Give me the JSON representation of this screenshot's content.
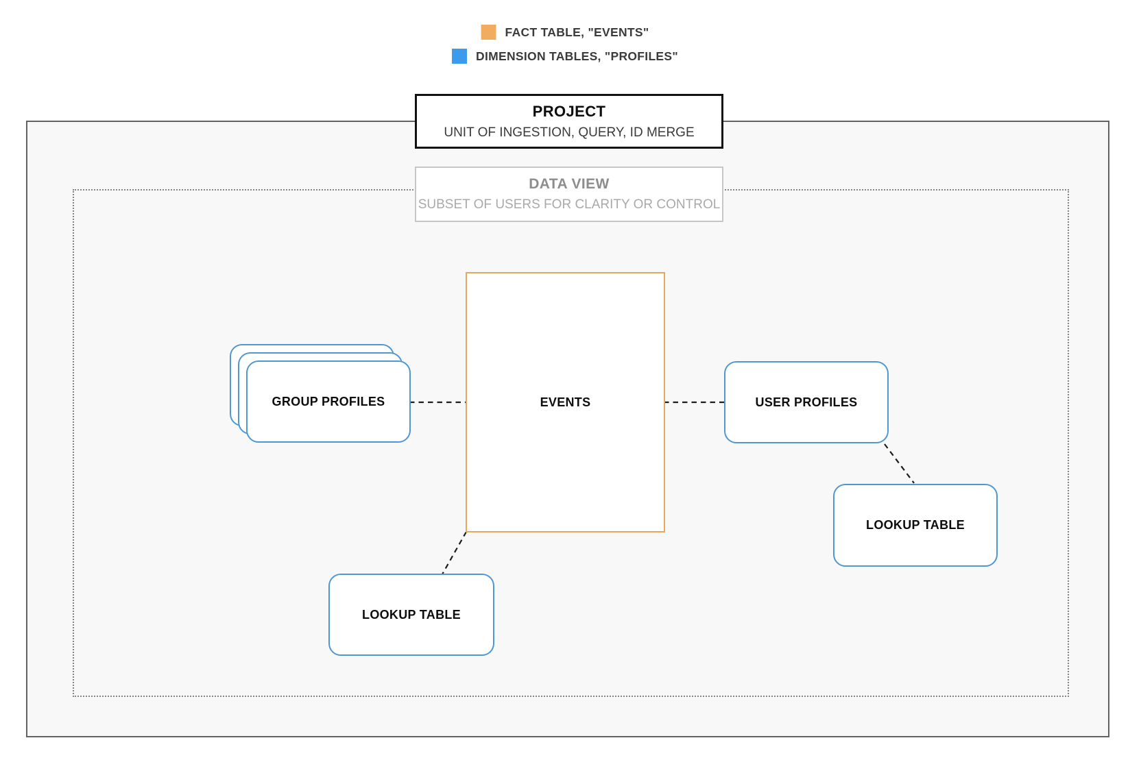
{
  "legend": {
    "items": [
      {
        "name": "fact-table",
        "label": "FACT TABLE, \"EVENTS\"",
        "color": "#f2ac60"
      },
      {
        "name": "dimension-tables",
        "label": "DIMENSION TABLES, \"PROFILES\"",
        "color": "#3d9bee"
      }
    ]
  },
  "project": {
    "title": "PROJECT",
    "subtitle": "UNIT OF INGESTION, QUERY, ID MERGE"
  },
  "data_view": {
    "title": "DATA VIEW",
    "subtitle": "SUBSET OF USERS FOR CLARITY OR CONTROL"
  },
  "nodes": {
    "events": {
      "label": "EVENTS",
      "type": "fact"
    },
    "group_profiles": {
      "label": "GROUP PROFILES",
      "type": "dimension"
    },
    "user_profiles": {
      "label": "USER PROFILES",
      "type": "dimension"
    },
    "lookup_table_bottom": {
      "label": "LOOKUP TABLE",
      "type": "dimension"
    },
    "lookup_table_right": {
      "label": "LOOKUP TABLE",
      "type": "dimension"
    }
  },
  "colors": {
    "fact_orange": "#f2ac60",
    "fact_border": "#e7a75f",
    "dimension_blue": "#3d9bee",
    "dimension_border": "#4f97d3",
    "connector": "#1c1c1c",
    "project_fill": "#f8f8f9"
  }
}
